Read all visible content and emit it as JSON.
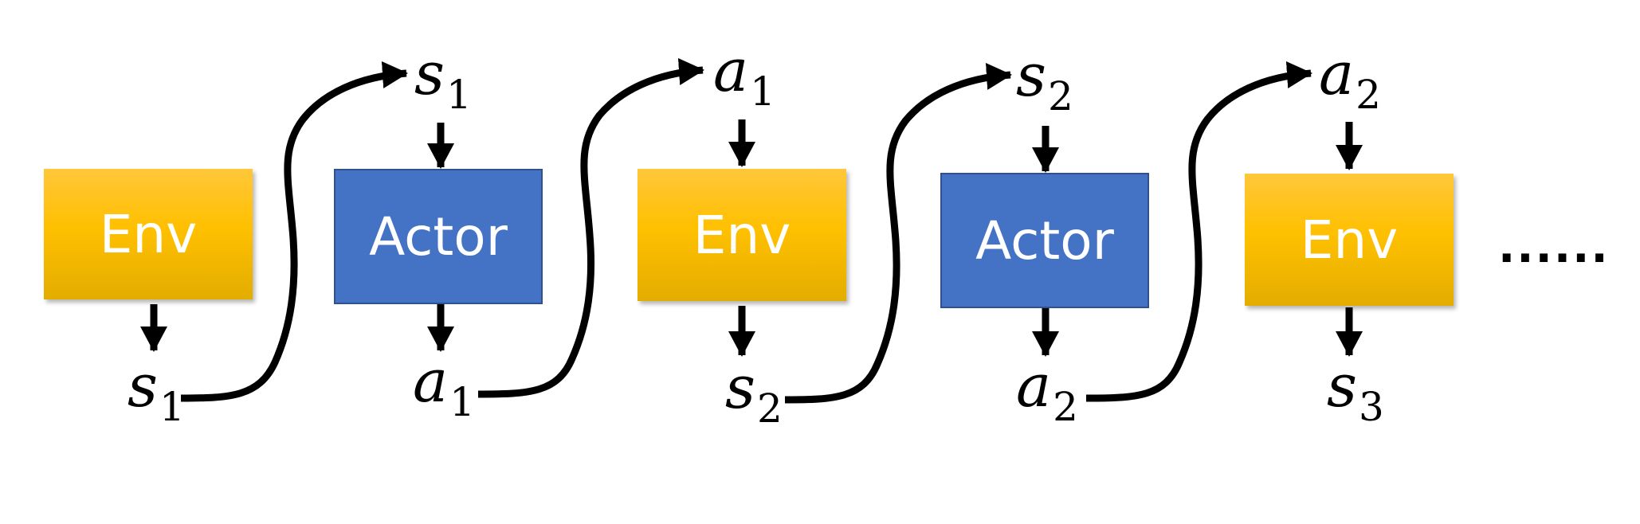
{
  "blocks": [
    {
      "type": "env",
      "label": "Env"
    },
    {
      "type": "actor",
      "label": "Actor"
    },
    {
      "type": "env",
      "label": "Env"
    },
    {
      "type": "actor",
      "label": "Actor"
    },
    {
      "type": "env",
      "label": "Env"
    }
  ],
  "bottom_labels": [
    {
      "var": "s",
      "sub": "1"
    },
    {
      "var": "a",
      "sub": "1"
    },
    {
      "var": "s",
      "sub": "2"
    },
    {
      "var": "a",
      "sub": "2"
    },
    {
      "var": "s",
      "sub": "3"
    }
  ],
  "top_labels": [
    {
      "var": "s",
      "sub": "1"
    },
    {
      "var": "a",
      "sub": "1"
    },
    {
      "var": "s",
      "sub": "2"
    },
    {
      "var": "a",
      "sub": "2"
    }
  ],
  "continuation": "......",
  "colors": {
    "env_fill": "#ffc000",
    "actor_fill": "#4472c4",
    "box_text": "#ffffff",
    "arrow": "#000000"
  }
}
